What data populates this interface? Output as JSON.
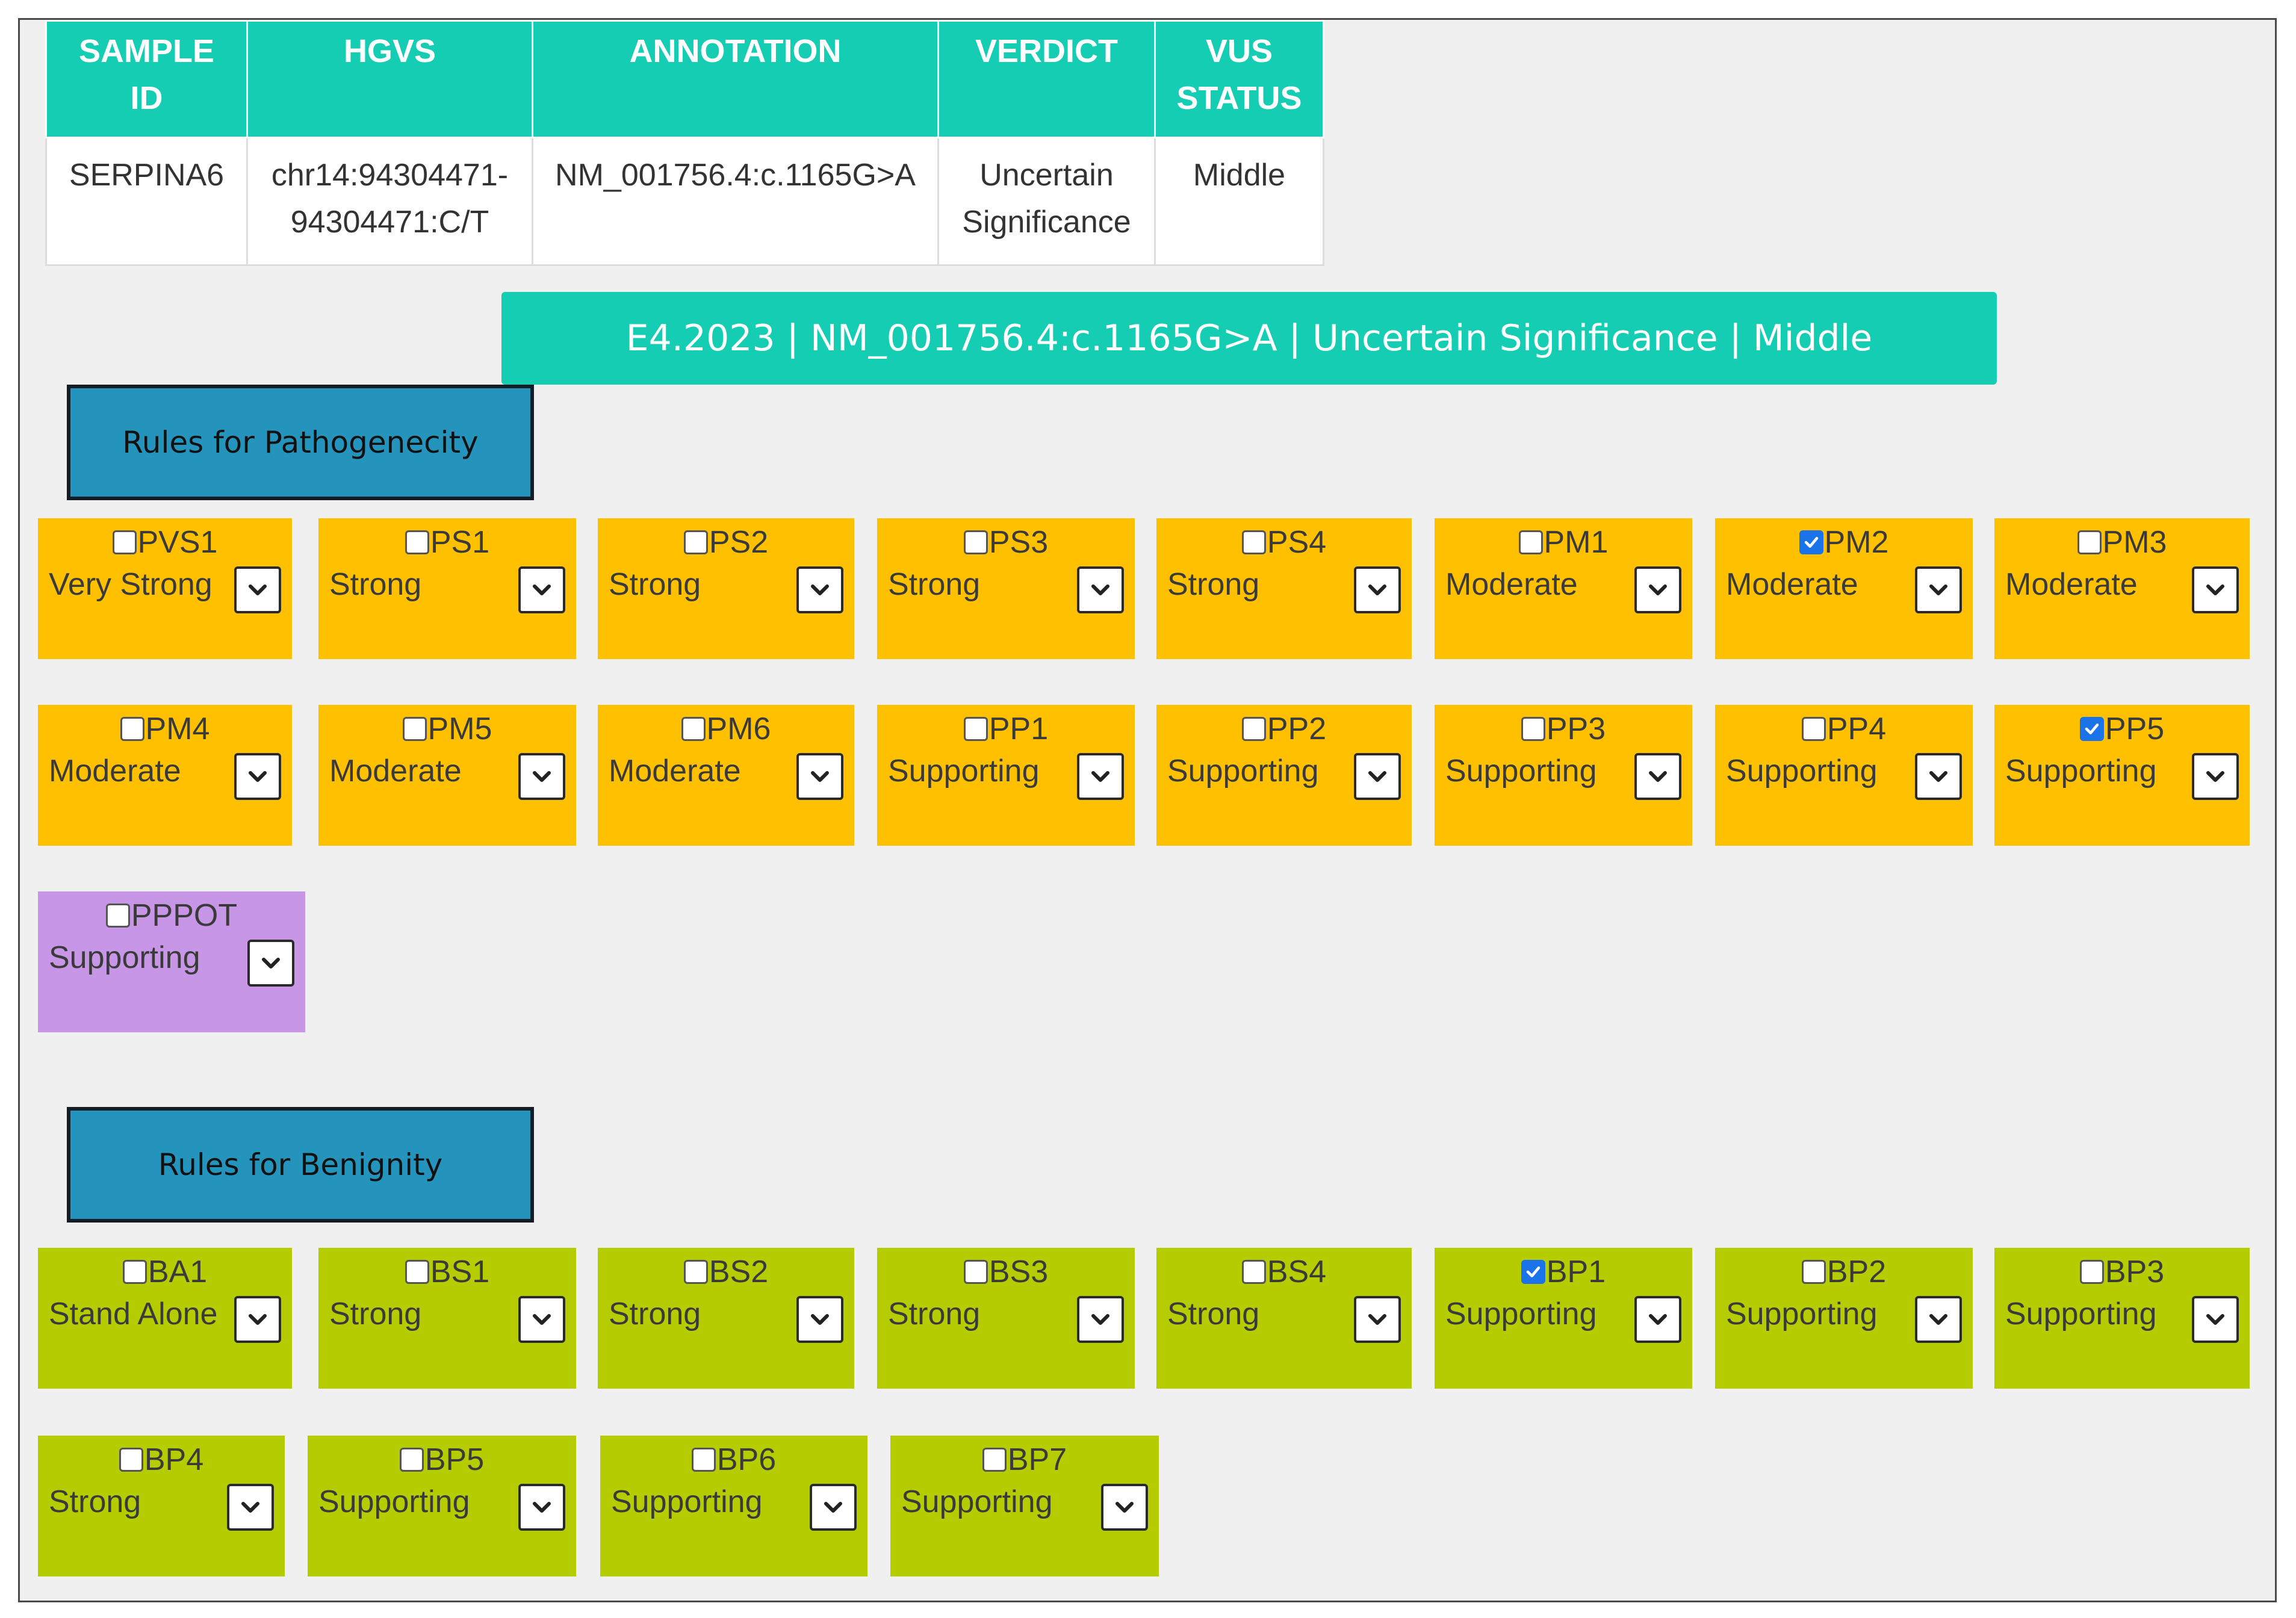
{
  "table": {
    "headers": [
      "SAMPLE ID",
      "HGVS",
      "ANNOTATION",
      "VERDICT",
      "VUS STATUS"
    ],
    "header_lines": [
      [
        "SAMPLE",
        "ID"
      ],
      [
        "HGVS"
      ],
      [
        "ANNOTATION"
      ],
      [
        "VERDICT"
      ],
      [
        "VUS",
        "STATUS"
      ]
    ],
    "row": {
      "sample_id": "SERPINA6",
      "hgvs_line1": "chr14:94304471-",
      "hgvs_line2": "94304471:C/T",
      "annotation": "NM_001756.4:c.1165G>A",
      "verdict_line1": "Uncertain",
      "verdict_line2": "Significance",
      "vus_status": "Middle"
    }
  },
  "banner": "E4.2023 | NM_001756.4:c.1165G>A | Uncertain Significance | Middle",
  "sections": {
    "pathogenicity_label": "Rules for Pathogenecity",
    "benignity_label": "Rules for Benignity"
  },
  "rules": {
    "pathogenic_row1": [
      {
        "code": "PVS1",
        "level": "Very Strong",
        "checked": false
      },
      {
        "code": "PS1",
        "level": "Strong",
        "checked": false
      },
      {
        "code": "PS2",
        "level": "Strong",
        "checked": false
      },
      {
        "code": "PS3",
        "level": "Strong",
        "checked": false
      },
      {
        "code": "PS4",
        "level": "Strong",
        "checked": false
      },
      {
        "code": "PM1",
        "level": "Moderate",
        "checked": false
      },
      {
        "code": "PM2",
        "level": "Moderate",
        "checked": true
      },
      {
        "code": "PM3",
        "level": "Moderate",
        "checked": false
      }
    ],
    "pathogenic_row2": [
      {
        "code": "PM4",
        "level": "Moderate",
        "checked": false
      },
      {
        "code": "PM5",
        "level": "Moderate",
        "checked": false
      },
      {
        "code": "PM6",
        "level": "Moderate",
        "checked": false
      },
      {
        "code": "PP1",
        "level": "Supporting",
        "checked": false
      },
      {
        "code": "PP2",
        "level": "Supporting",
        "checked": false
      },
      {
        "code": "PP3",
        "level": "Supporting",
        "checked": false
      },
      {
        "code": "PP4",
        "level": "Supporting",
        "checked": false
      },
      {
        "code": "PP5",
        "level": "Supporting",
        "checked": true
      }
    ],
    "other": [
      {
        "code": "PPPOT",
        "level": "Supporting",
        "checked": false
      }
    ],
    "benign_row1": [
      {
        "code": "BA1",
        "level": "Stand Alone",
        "checked": false
      },
      {
        "code": "BS1",
        "level": "Strong",
        "checked": false
      },
      {
        "code": "BS2",
        "level": "Strong",
        "checked": false
      },
      {
        "code": "BS3",
        "level": "Strong",
        "checked": false
      },
      {
        "code": "BS4",
        "level": "Strong",
        "checked": false
      },
      {
        "code": "BP1",
        "level": "Supporting",
        "checked": true
      },
      {
        "code": "BP2",
        "level": "Supporting",
        "checked": false
      },
      {
        "code": "BP3",
        "level": "Supporting",
        "checked": false
      }
    ],
    "benign_row2": [
      {
        "code": "BP4",
        "level": "Strong",
        "checked": false
      },
      {
        "code": "BP5",
        "level": "Supporting",
        "checked": false
      },
      {
        "code": "BP6",
        "level": "Supporting",
        "checked": false
      },
      {
        "code": "BP7",
        "level": "Supporting",
        "checked": false
      }
    ]
  },
  "colors": {
    "teal": "#14cdb2",
    "section_blue": "#2494bc",
    "pathogenic_orange": "#ffc000",
    "other_purple": "#c896e6",
    "benign_green": "#b5cc00",
    "checkbox_blue": "#1a73e8"
  },
  "icons": {
    "dropdown": "chevron-down-icon",
    "checkbox": "checkmark-icon"
  }
}
